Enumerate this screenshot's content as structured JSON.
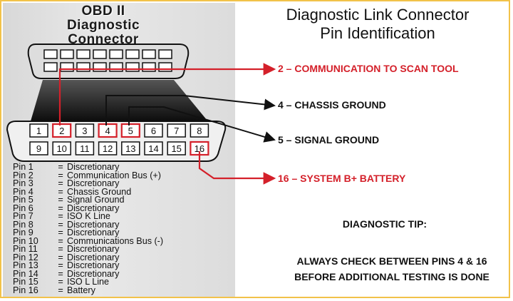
{
  "left_heading": [
    "OBD II",
    "Diagnostic",
    "Connector"
  ],
  "right_heading": [
    "Diagnostic Link Connector",
    "Pin Identification"
  ],
  "connector": {
    "top_row": [
      "1",
      "2",
      "3",
      "4",
      "5",
      "6",
      "7",
      "8"
    ],
    "bottom_row": [
      "9",
      "10",
      "11",
      "12",
      "13",
      "14",
      "15",
      "16"
    ],
    "highlighted_pins": [
      "2",
      "4",
      "5",
      "16"
    ]
  },
  "callouts": [
    {
      "text": "2 – COMMUNICATION TO SCAN TOOL",
      "color": "#d4202a"
    },
    {
      "text": "4 – CHASSIS GROUND",
      "color": "#111111"
    },
    {
      "text": "5 – SIGNAL GROUND",
      "color": "#111111"
    },
    {
      "text": "16 – SYSTEM B+ BATTERY",
      "color": "#d4202a"
    }
  ],
  "pin_list": [
    {
      "pin": "Pin 1",
      "desc": "Discretionary"
    },
    {
      "pin": "Pin 2",
      "desc": "Communication Bus (+)"
    },
    {
      "pin": "Pin 3",
      "desc": "Discretionary"
    },
    {
      "pin": "Pin 4",
      "desc": "Chassis Ground"
    },
    {
      "pin": "Pin 5",
      "desc": "Signal Ground"
    },
    {
      "pin": "Pin 6",
      "desc": "Discretionary"
    },
    {
      "pin": "Pin 7",
      "desc": "ISO K Line"
    },
    {
      "pin": "Pin 8",
      "desc": "Discretionary"
    },
    {
      "pin": "Pin 9",
      "desc": "Discretionary"
    },
    {
      "pin": "Pin 10",
      "desc": "Communications Bus (-)"
    },
    {
      "pin": "Pin 11",
      "desc": "Discretionary"
    },
    {
      "pin": "Pin 12",
      "desc": "Discretionary"
    },
    {
      "pin": "Pin 13",
      "desc": "Discretionary"
    },
    {
      "pin": "Pin 14",
      "desc": "Discretionary"
    },
    {
      "pin": "Pin 15",
      "desc": "ISO L Line"
    },
    {
      "pin": "Pin 16",
      "desc": "Battery"
    }
  ],
  "tip": {
    "title": "DIAGNOSTIC TIP:",
    "line1": "ALWAYS CHECK BETWEEN PINS 4 & 16",
    "line2": "BEFORE ADDITIONAL TESTING IS DONE"
  },
  "colors": {
    "accent_red": "#d4202a",
    "frame": "#f2c24a"
  }
}
